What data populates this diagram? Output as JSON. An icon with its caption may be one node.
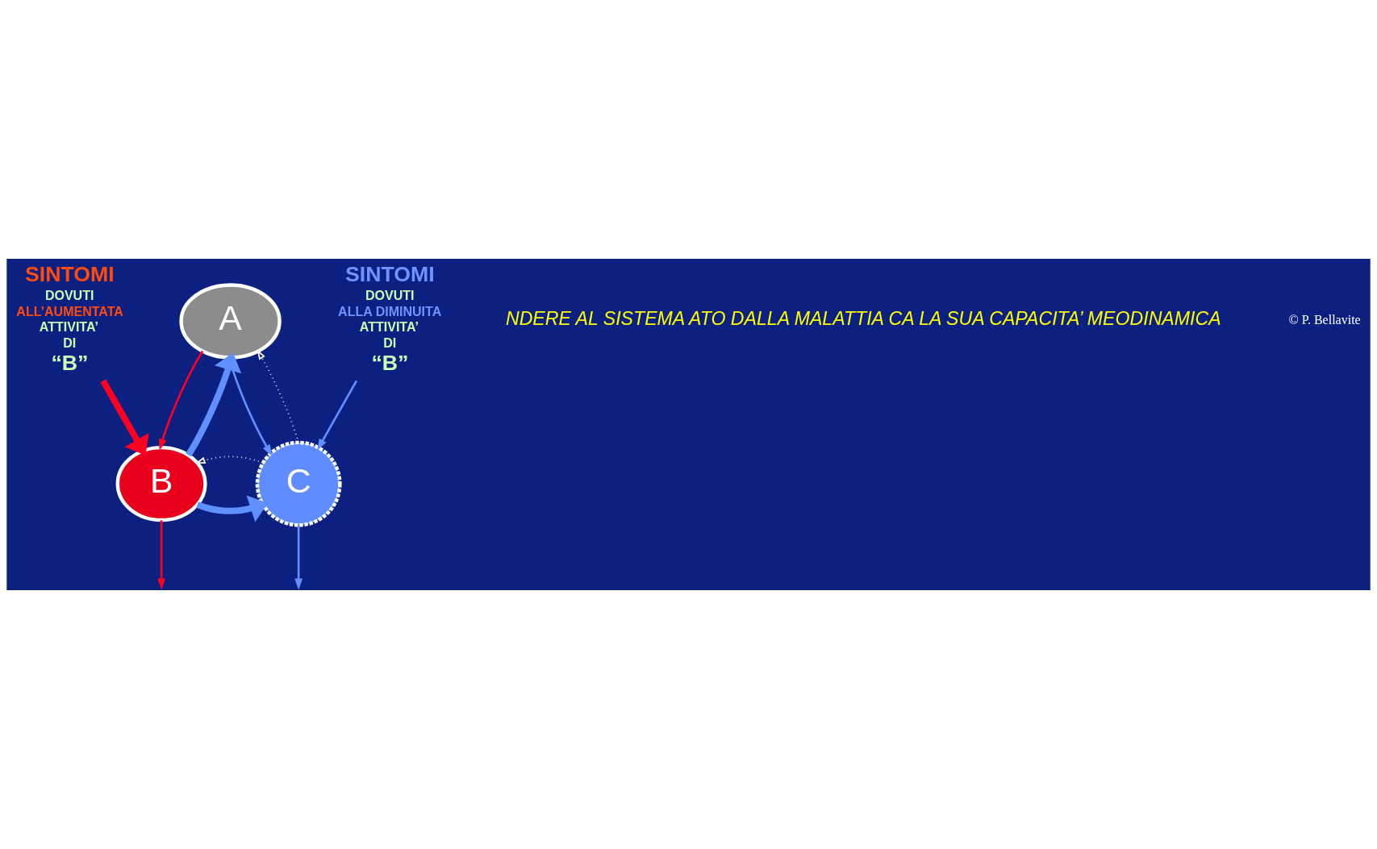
{
  "diagram": {
    "nodes": [
      {
        "text": [
          "A"
        ]
      },
      {
        "text": [
          "B"
        ]
      },
      {
        "text": [
          "C"
        ]
      },
      {
        "text": [
          "SINTOMI",
          "DOVUTI",
          "ALLA DIMINUITA",
          "ATTIVITA’",
          "DI",
          "“B”"
        ]
      },
      {
        "text": [
          "SINTOMI",
          "DOVUTI",
          "ALL’AUMENTATA",
          "ATTIVITA’",
          "DI",
          "“B”"
        ]
      }
    ],
    "edges": [
      {
        "from": 1,
        "to": 0,
        "arrow": "to",
        "style": "thick"
      },
      {
        "from": 0,
        "to": 1,
        "arrow": "to",
        "color": "#ff0022"
      },
      {
        "from": 0,
        "to": 2,
        "arrow": "to"
      },
      {
        "from": 2,
        "to": 0,
        "arrow": "to",
        "style": "dashed",
        "color": "#ffffff"
      },
      {
        "from": 1,
        "to": 2,
        "arrow": "to",
        "style": "thick"
      },
      {
        "from": 2,
        "to": 1,
        "arrow": "to",
        "style": "dashed",
        "color": "#ffffff"
      },
      {
        "from": 3,
        "to": 2,
        "arrow": "to"
      },
      {
        "from": 4,
        "to": 1,
        "arrow": "to",
        "style": "thick",
        "color": "#ff0022"
      },
      {
        "from": 1,
        "to": null,
        "arrow": "to",
        "color": "#ff0022"
      },
      {
        "from": 2,
        "to": null,
        "arrow": "to"
      }
    ],
    "labels": [
      "NDERE AL SISTEMA ATO DALLA MALATTIA CA LA SUA CAPACITA’ MEODINAMICA",
      "© P. Bellavite"
    ]
  }
}
